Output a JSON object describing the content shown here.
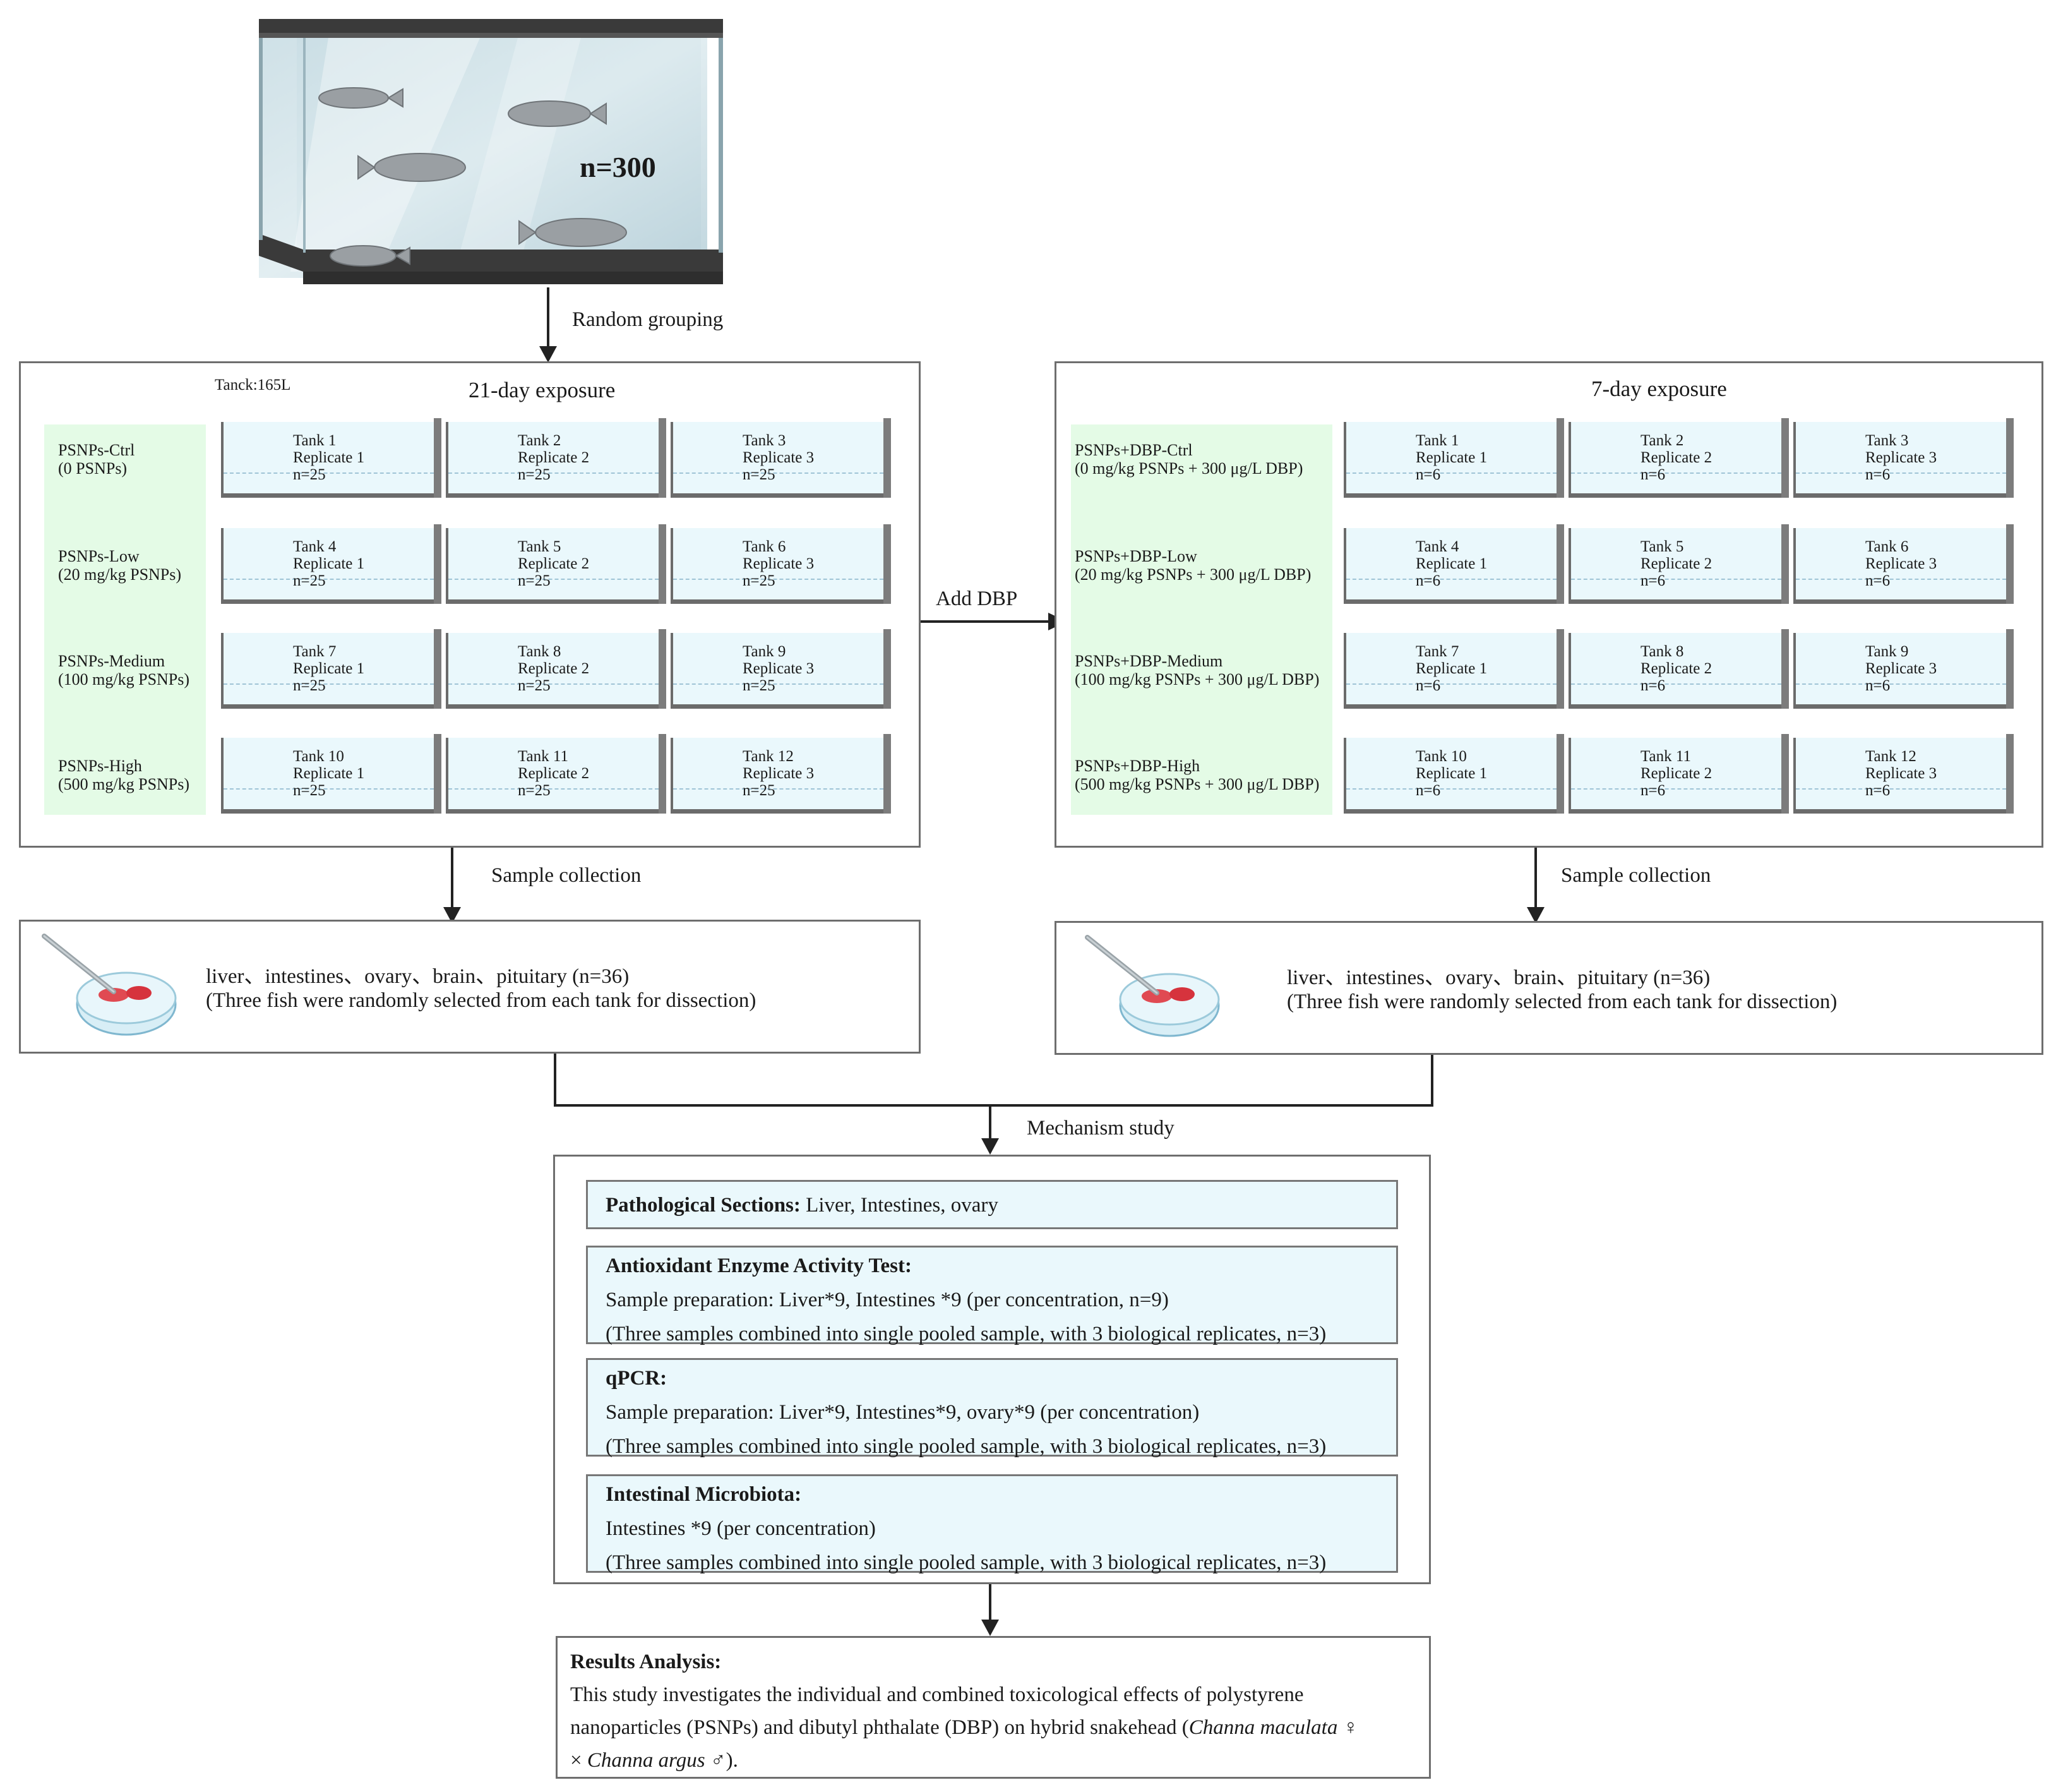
{
  "top": {
    "sample_size": "n=300",
    "random_grouping": "Random grouping"
  },
  "left_panel": {
    "tank_volume": "Tanck:165L",
    "title": "21-day exposure",
    "groups": [
      {
        "name": "PSNPs-Ctrl",
        "dose": "(0 PSNPs)"
      },
      {
        "name": "PSNPs-Low",
        "dose": "(20 mg/kg PSNPs)"
      },
      {
        "name": "PSNPs-Medium",
        "dose": "(100 mg/kg PSNPs)"
      },
      {
        "name": "PSNPs-High",
        "dose": "(500 mg/kg PSNPs)"
      }
    ],
    "tanks": [
      {
        "tank": "Tank 1",
        "replicate": "Replicate 1",
        "n": "n=25"
      },
      {
        "tank": "Tank 2",
        "replicate": "Replicate 2",
        "n": "n=25"
      },
      {
        "tank": "Tank 3",
        "replicate": "Replicate 3",
        "n": "n=25"
      },
      {
        "tank": "Tank 4",
        "replicate": "Replicate 1",
        "n": "n=25"
      },
      {
        "tank": "Tank 5",
        "replicate": "Replicate 2",
        "n": "n=25"
      },
      {
        "tank": "Tank 6",
        "replicate": "Replicate 3",
        "n": "n=25"
      },
      {
        "tank": "Tank 7",
        "replicate": "Replicate 1",
        "n": "n=25"
      },
      {
        "tank": "Tank 8",
        "replicate": "Replicate 2",
        "n": "n=25"
      },
      {
        "tank": "Tank 9",
        "replicate": "Replicate 3",
        "n": "n=25"
      },
      {
        "tank": "Tank 10",
        "replicate": "Replicate 1",
        "n": "n=25"
      },
      {
        "tank": "Tank 11",
        "replicate": "Replicate 2",
        "n": "n=25"
      },
      {
        "tank": "Tank 12",
        "replicate": "Replicate 3",
        "n": "n=25"
      }
    ]
  },
  "add_dbp": "Add DBP",
  "right_panel": {
    "title": "7-day exposure",
    "groups": [
      {
        "name": "PSNPs+DBP-Ctrl",
        "dose": "(0 mg/kg PSNPs + 300 μg/L DBP)"
      },
      {
        "name": "PSNPs+DBP-Low",
        "dose": "(20 mg/kg PSNPs + 300 μg/L DBP)"
      },
      {
        "name": "PSNPs+DBP-Medium",
        "dose": "(100 mg/kg PSNPs + 300 μg/L DBP)"
      },
      {
        "name": "PSNPs+DBP-High",
        "dose": "(500 mg/kg PSNPs + 300 μg/L DBP)"
      }
    ],
    "tanks": [
      {
        "tank": "Tank 1",
        "replicate": "Replicate 1",
        "n": "n=6"
      },
      {
        "tank": "Tank 2",
        "replicate": "Replicate 2",
        "n": "n=6"
      },
      {
        "tank": "Tank 3",
        "replicate": "Replicate 3",
        "n": "n=6"
      },
      {
        "tank": "Tank 4",
        "replicate": "Replicate 1",
        "n": "n=6"
      },
      {
        "tank": "Tank 5",
        "replicate": "Replicate 2",
        "n": "n=6"
      },
      {
        "tank": "Tank 6",
        "replicate": "Replicate 3",
        "n": "n=6"
      },
      {
        "tank": "Tank 7",
        "replicate": "Replicate 1",
        "n": "n=6"
      },
      {
        "tank": "Tank 8",
        "replicate": "Replicate 2",
        "n": "n=6"
      },
      {
        "tank": "Tank 9",
        "replicate": "Replicate 3",
        "n": "n=6"
      },
      {
        "tank": "Tank 10",
        "replicate": "Replicate 1",
        "n": "n=6"
      },
      {
        "tank": "Tank 11",
        "replicate": "Replicate 2",
        "n": "n=6"
      },
      {
        "tank": "Tank 12",
        "replicate": "Replicate 3",
        "n": "n=6"
      }
    ]
  },
  "sample_collection": "Sample collection",
  "samples": {
    "tissues": "liver、intestines、ovary、brain、pituitary (n=36)",
    "note": "(Three fish were randomly selected from each tank for dissection)"
  },
  "mechanism_study": "Mechanism study",
  "sections": {
    "pathology": {
      "title": "Pathological Sections:",
      "text": " Liver, Intestines, ovary"
    },
    "antioxidant": {
      "title": "Antioxidant Enzyme Activity Test:",
      "line1": "Sample preparation: Liver*9, Intestines *9 (per concentration, n=9)",
      "line2": "(Three samples combined into single pooled sample, with 3 biological replicates, n=3)"
    },
    "qpcr": {
      "title": "qPCR:",
      "line1": "Sample preparation: Liver*9, Intestines*9, ovary*9 (per concentration)",
      "line2": "(Three samples combined into single pooled sample, with 3 biological replicates, n=3)"
    },
    "microbiota": {
      "title": "Intestinal Microbiota:",
      "line1": "Intestines *9 (per concentration)",
      "line2": "(Three samples combined into single pooled sample, with 3 biological replicates, n=3)"
    }
  },
  "results": {
    "title": "Results Analysis:",
    "line1": "This study investigates the individual and combined toxicological effects of polystyrene",
    "line2": "nanoparticles (PSNPs) and dibutyl phthalate (DBP) on hybrid snakehead (",
    "species1": "Channa maculata",
    "female_sign": " ♀",
    "times": "× ",
    "species2": "Channa argus",
    "male_sign": " ♂",
    "end": ")."
  },
  "colors": {
    "group_bg": "#e4fbe6",
    "tank_water": "#eaf8fc",
    "section_bg": "#eaf8fc",
    "tank_frame": "#3a3a3a"
  }
}
